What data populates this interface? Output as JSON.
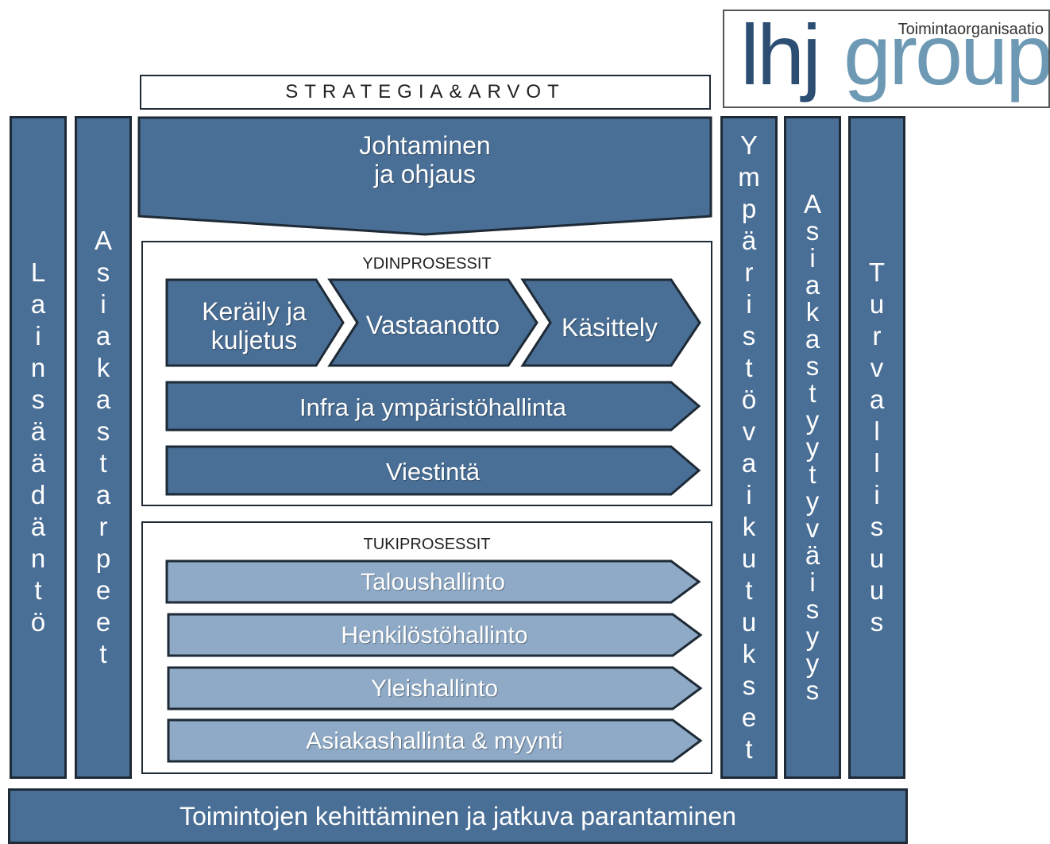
{
  "logo": {
    "subtitle": "Toimintaorganisaatio",
    "lhj": "lhj",
    "group": "group"
  },
  "strategy_label": "STRATEGIA&ARVOT",
  "left_pillars": [
    {
      "text": "Lainsäädäntö"
    },
    {
      "text": "Asiakastarpeet"
    }
  ],
  "right_pillars": [
    {
      "text": "Ympäristövaikutukset"
    },
    {
      "text": "Asiakastyytyväisyys"
    },
    {
      "text": "Turvallisuus"
    }
  ],
  "management": {
    "line1": "Johtaminen",
    "line2": "ja ohjaus"
  },
  "core": {
    "title": "YDINPROSESSIT",
    "chevrons": [
      {
        "line1": "Keräily ja",
        "line2": "kuljetus"
      },
      {
        "line1": "Vastaanotto",
        "line2": ""
      },
      {
        "line1": "Käsittely",
        "line2": ""
      }
    ],
    "bars": [
      "Infra ja ympäristöhallinta",
      "Viestintä"
    ]
  },
  "support": {
    "title": "TUKIPROSESSIT",
    "bars": [
      "Taloushallinto",
      "Henkilöstöhallinto",
      "Yleishallinto",
      "Asiakashallinta & myynti"
    ]
  },
  "bottom": "Toimintojen kehittäminen ja jatkuva parantaminen",
  "colors": {
    "dark_blue": "#4a6f96",
    "light_blue": "#8faac6",
    "outline": "#1e2a36"
  }
}
